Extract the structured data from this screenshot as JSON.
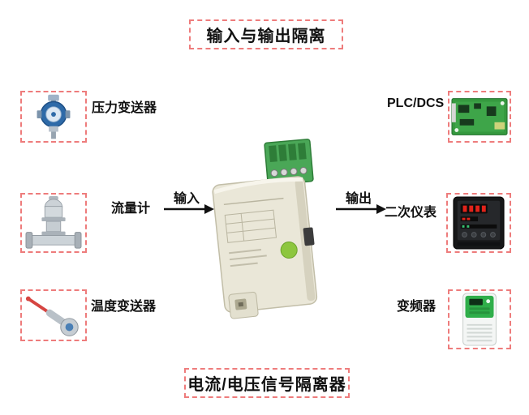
{
  "titles": {
    "top": "输入与输出隔离",
    "bottom": "电流/电压信号隔离器"
  },
  "flow": {
    "input_label": "输入",
    "output_label": "输出"
  },
  "left_devices": [
    {
      "label": "压力变送器",
      "icon": "pressure-transmitter-icon"
    },
    {
      "label": "流量计",
      "icon": "flow-meter-icon"
    },
    {
      "label": "温度变送器",
      "icon": "temperature-transmitter-icon"
    }
  ],
  "right_devices": [
    {
      "label": "PLC/DCS",
      "icon": "plc-dcs-board-icon"
    },
    {
      "label": "二次仪表",
      "icon": "digital-panel-meter-icon"
    },
    {
      "label": "变频器",
      "icon": "vfd-inverter-icon"
    }
  ],
  "center_device": {
    "icon": "signal-isolator-module-icon"
  },
  "colors": {
    "border_red": "#ee7c7c",
    "text_black": "#111111",
    "arrow_black": "#111111",
    "isolator_body": "#eae7d8",
    "terminal_green": "#4aa757",
    "pcb_green": "#35993f",
    "meter_black": "#161718",
    "led_red": "#e2231a",
    "vfd_green": "#2fae4a",
    "transmitter_blue": "#2e6aa8",
    "qc_sticker_green": "#8dc63f"
  }
}
